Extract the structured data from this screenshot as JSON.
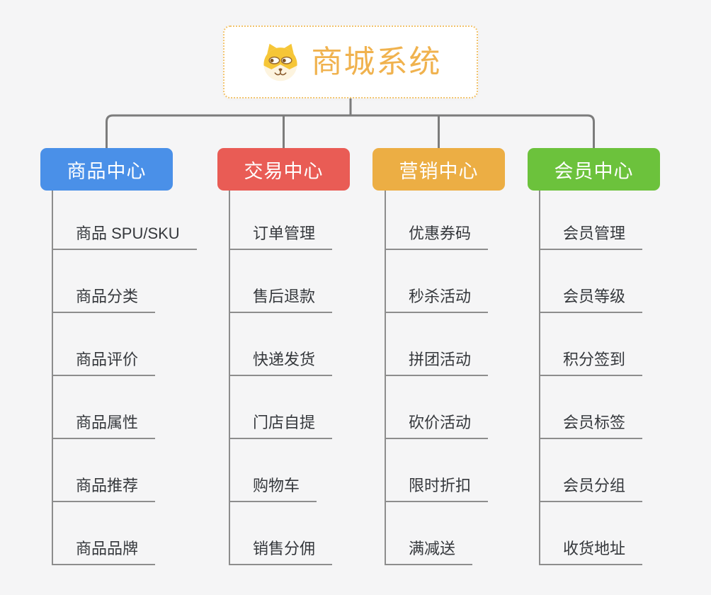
{
  "root": {
    "title": "商城系统",
    "icon": "dog-face-icon",
    "title_color": "#f0b24e",
    "border_color": "#f2c46e"
  },
  "connector_color": "#7c7c7c",
  "line_color": "#8d8d8d",
  "branches": [
    {
      "label": "商品中心",
      "color": "#4a90e8",
      "children": [
        "商品 SPU/SKU",
        "商品分类",
        "商品评价",
        "商品属性",
        "商品推荐",
        "商品品牌"
      ]
    },
    {
      "label": "交易中心",
      "color": "#e95c55",
      "children": [
        "订单管理",
        "售后退款",
        "快递发货",
        "门店自提",
        "购物车",
        "销售分佣"
      ]
    },
    {
      "label": "营销中心",
      "color": "#ecae44",
      "children": [
        "优惠券码",
        "秒杀活动",
        "拼团活动",
        "砍价活动",
        "限时折扣",
        "满减送"
      ]
    },
    {
      "label": "会员中心",
      "color": "#6cc23c",
      "children": [
        "会员管理",
        "会员等级",
        "积分签到",
        "会员标签",
        "会员分组",
        "收货地址"
      ]
    }
  ]
}
